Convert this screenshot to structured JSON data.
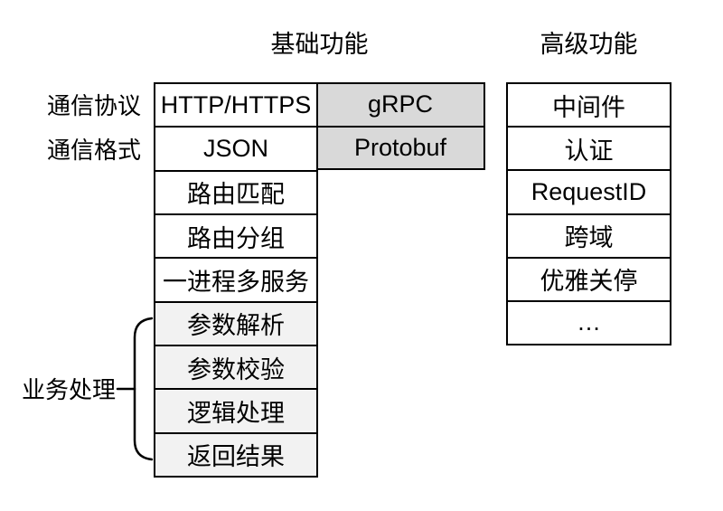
{
  "titles": {
    "basic": "基础功能",
    "advanced": "高级功能"
  },
  "side_labels": {
    "protocol": "通信协议",
    "format": "通信格式",
    "business": "业务处理"
  },
  "columns": {
    "basic": {
      "rows": [
        "HTTP/HTTPS",
        "JSON",
        "路由匹配",
        "路由分组",
        "一进程多服务",
        "参数解析",
        "参数校验",
        "逻辑处理",
        "返回结果"
      ]
    },
    "grpc": {
      "rows": [
        "gRPC",
        "Protobuf"
      ]
    },
    "advanced": {
      "rows": [
        "中间件",
        "认证",
        "RequestID",
        "跨域",
        "优雅关停",
        "…"
      ]
    }
  },
  "colors": {
    "background": "#ffffff",
    "border": "#000000",
    "text": "#000000",
    "grpc_fill": "#d9d9d9",
    "business_fill": "#f2f2f2"
  }
}
